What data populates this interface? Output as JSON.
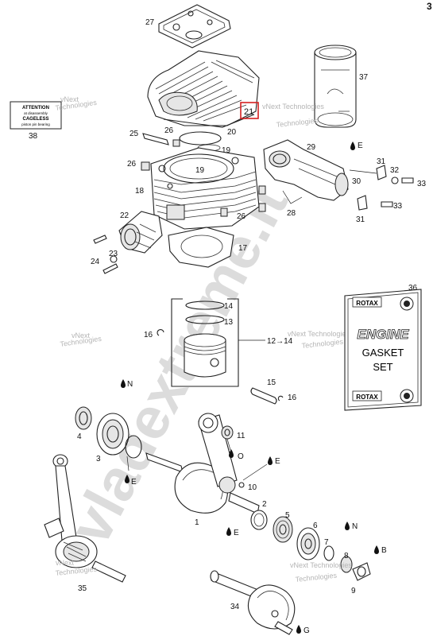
{
  "page_number": "3",
  "watermark": {
    "credit": "vNext Technologies",
    "credit_split": [
      "vNext",
      "Technologies"
    ],
    "site": "vladextreme.it"
  },
  "labels": {
    "p1": "1",
    "p2": "2",
    "p3": "3",
    "p4": "4",
    "p5": "5",
    "p6": "6",
    "p7": "7",
    "p8": "8",
    "p9": "9",
    "p10": "10",
    "p11": "11",
    "p12": "12",
    "p13": "13",
    "p14": "14",
    "p15": "15",
    "p16": "16",
    "p17": "17",
    "p18": "18",
    "p19": "19",
    "p20": "20",
    "p21": "21",
    "p22": "22",
    "p23": "23",
    "p24": "24",
    "p25": "25",
    "p26": "26",
    "p27": "27",
    "p28": "28",
    "p29": "29",
    "p30": "30",
    "p31": "31",
    "p32": "32",
    "p33": "33",
    "p34": "34",
    "p35": "35",
    "p36": "36",
    "p37": "37",
    "p38": "38"
  },
  "arrow_12_14": "12→14",
  "lubricant": {
    "E": "E",
    "O": "O",
    "N": "N",
    "B": "B",
    "G": "G"
  },
  "label38_card": {
    "line1": "ATTENTION",
    "line2": "at disassembly",
    "line3": "CAGELESS",
    "line4": "piston pin bearing"
  },
  "gasket_set_box": {
    "brand": "ROTAX",
    "line1": "ENGINE",
    "line2": "GASKET",
    "line3": "SET"
  },
  "highlight_color": "#d42020"
}
